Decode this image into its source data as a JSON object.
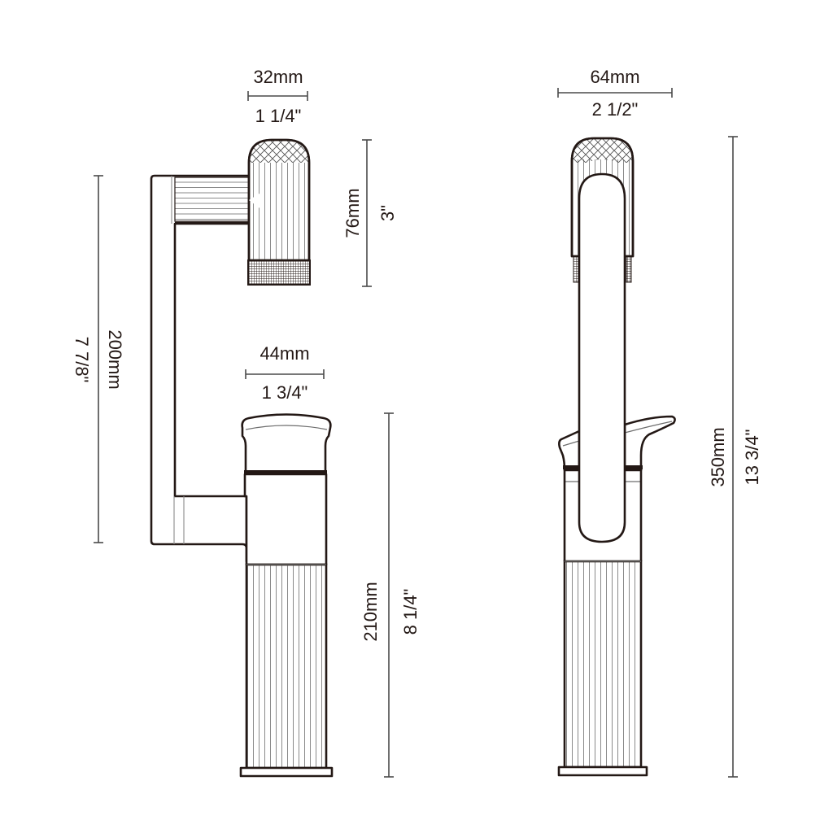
{
  "drawing": {
    "title": "Faucet dimension drawing",
    "views": [
      "side-view",
      "front-view"
    ],
    "line_color": "#231815",
    "background": "#ffffff"
  },
  "dimensions": {
    "handle_width": {
      "metric": "32mm",
      "imperial": "1 1/4\""
    },
    "handle_height": {
      "metric": "76mm",
      "imperial": "3\""
    },
    "spout_height": {
      "metric": "200mm",
      "imperial": "7 7/8\""
    },
    "body_width": {
      "metric": "44mm",
      "imperial": "1 3/4\""
    },
    "body_height": {
      "metric": "210mm",
      "imperial": "8 1/4\""
    },
    "front_width": {
      "metric": "64mm",
      "imperial": "2 1/2\""
    },
    "total_height": {
      "metric": "350mm",
      "imperial": "13 3/4\""
    }
  }
}
